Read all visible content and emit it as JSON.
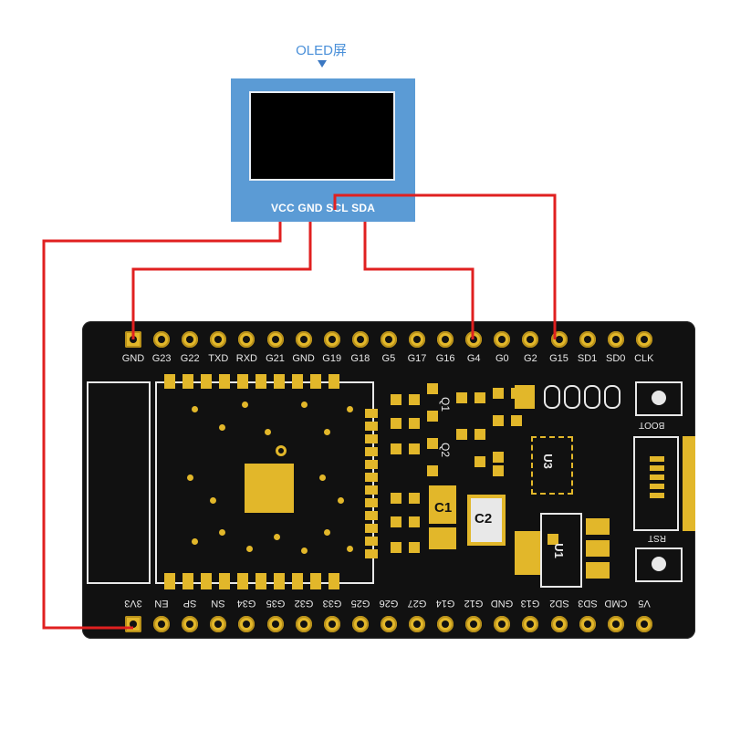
{
  "oled": {
    "title": "OLED屏",
    "pin_labels": "VCC GND SCL SDA"
  },
  "board": {
    "top_pins": [
      "GND",
      "G23",
      "G22",
      "TXD",
      "RXD",
      "G21",
      "GND",
      "G19",
      "G18",
      "G5",
      "G17",
      "G16",
      "G4",
      "G0",
      "G2",
      "G15",
      "SD1",
      "SD0",
      "CLK"
    ],
    "bottom_pins": [
      "3V3",
      "EN",
      "SP",
      "SN",
      "G34",
      "G35",
      "G32",
      "G33",
      "G25",
      "G26",
      "G27",
      "G14",
      "G12",
      "GND",
      "G13",
      "SD2",
      "SD3",
      "CMD",
      "V5"
    ],
    "buttons": {
      "boot": "BOOT",
      "reset": "RST"
    },
    "components": {
      "c1": "C1",
      "c2": "C2",
      "u1": "U1",
      "u3": "U3",
      "q1": "Q1",
      "q2": "Q2"
    }
  },
  "colors": {
    "wire": "#e02020",
    "pcb": "#111111",
    "gold": "#e2b72a",
    "oled_board": "#5b9bd5"
  }
}
